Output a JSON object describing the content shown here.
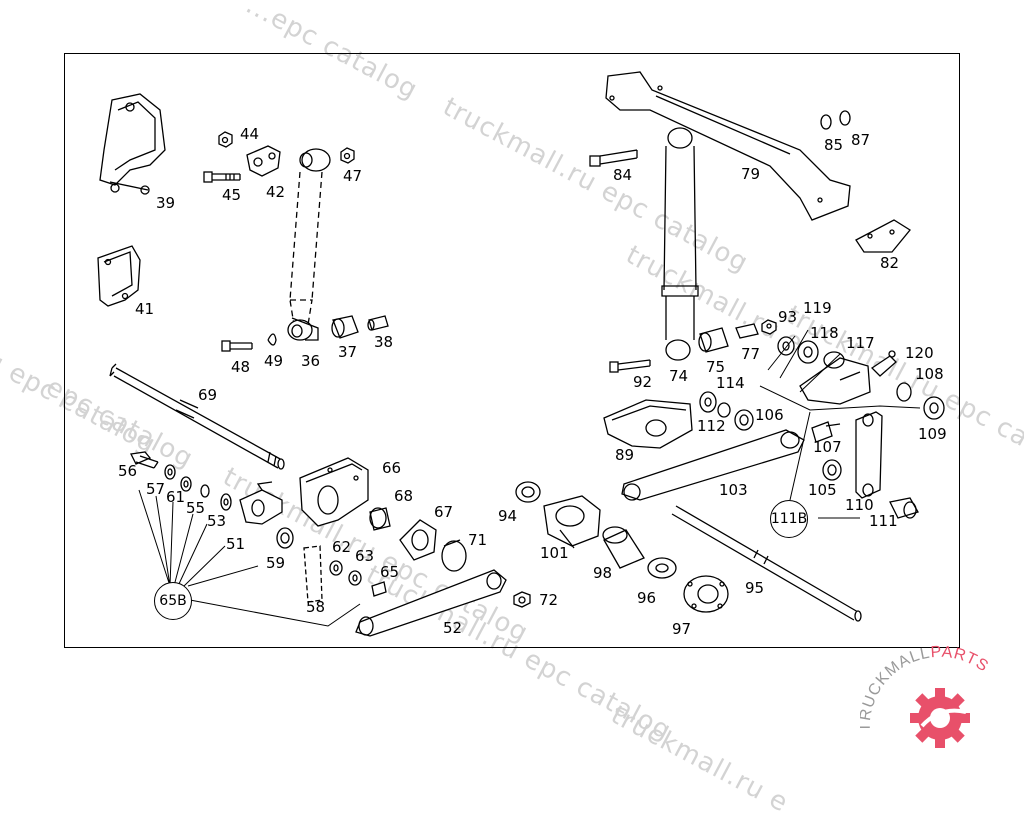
{
  "watermark": {
    "pieces": [
      "...epc catalog",
      "truckmall.ru epc catalog",
      "epc catalog",
      "truckmall.ru epc catalog",
      "u epc catalog",
      "truckmall.ru epc catalog",
      "truckmall.ru e",
      "truckmall.ru epc catalog",
      "truckmall.ru e"
    ]
  },
  "parts": {
    "p39": "39",
    "p41": "41",
    "p44": "44",
    "p45": "45",
    "p42": "42",
    "p47": "47",
    "p48": "48",
    "p49": "49",
    "p36": "36",
    "p37": "37",
    "p38": "38",
    "p69": "69",
    "p66": "66",
    "p56": "56",
    "p57": "57",
    "p61": "61",
    "p55": "55",
    "p53": "53",
    "p51": "51",
    "p59": "59",
    "p68": "68",
    "p67": "67",
    "p71": "71",
    "p62": "62",
    "p63": "63",
    "p65": "65",
    "p58": "58",
    "p52": "52",
    "p72": "72",
    "p94": "94",
    "p101": "101",
    "p98": "98",
    "p96": "96",
    "p97": "97",
    "p95": "95",
    "p84": "84",
    "p79": "79",
    "p85": "85",
    "p87": "87",
    "p82": "82",
    "p92": "92",
    "p74": "74",
    "p75": "75",
    "p77": "77",
    "p93": "93",
    "p119": "119",
    "p118": "118",
    "p117": "117",
    "p120": "120",
    "p108": "108",
    "p109": "109",
    "p114": "114",
    "p112": "112",
    "p106": "106",
    "p89": "89",
    "p107": "107",
    "p103": "103",
    "p105": "105",
    "p110": "110",
    "p111": "111"
  },
  "callouts": {
    "c65b": "65B",
    "c111b": "111B"
  },
  "logo": {
    "text": "TRUCKMALL",
    "accent_text": "PARTS",
    "brand_color": "#e8506a",
    "text_color": "#9a9a9a"
  }
}
